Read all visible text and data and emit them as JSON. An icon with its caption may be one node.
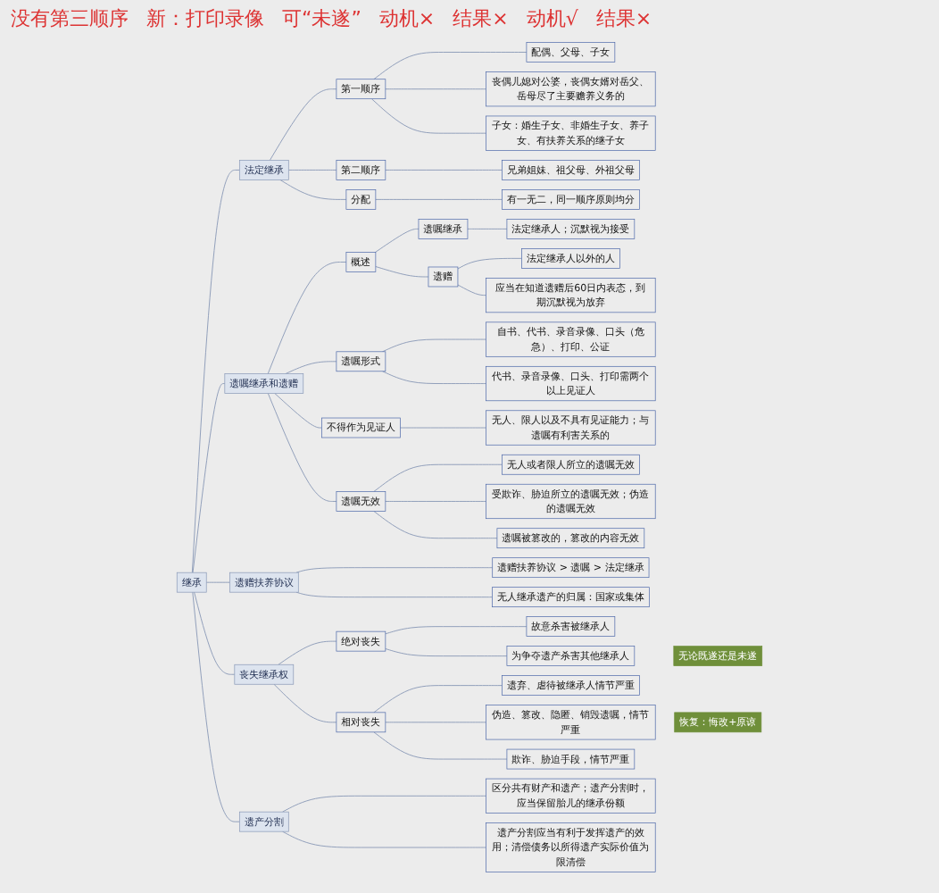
{
  "diagram": {
    "nodes": [
      {
        "text": [
          "继承"
        ]
      },
      {
        "text": [
          "法定继承"
        ]
      },
      {
        "text": [
          "第一顺序"
        ]
      },
      {
        "text": [
          "配偶、父母、子女"
        ]
      },
      {
        "text": [
          "丧偶儿媳对公婆，丧偶女婿对岳父、岳母尽了主要赡养义务的"
        ]
      },
      {
        "text": [
          "子女：婚生子女、非婚生子女、养子女、有扶养关系的继子女"
        ]
      },
      {
        "text": [
          "第二顺序"
        ]
      },
      {
        "text": [
          "兄弟姐妹、祖父母、外祖父母"
        ]
      },
      {
        "text": [
          "分配"
        ]
      },
      {
        "text": [
          "有一无二，同一顺序原则均分"
        ]
      },
      {
        "text": [
          "遗嘱继承和遗赠"
        ]
      },
      {
        "text": [
          "概述"
        ]
      },
      {
        "text": [
          "遗嘱继承"
        ]
      },
      {
        "text": [
          "法定继承人；沉默视为接受"
        ]
      },
      {
        "text": [
          "遗赠"
        ]
      },
      {
        "text": [
          "法定继承人以外的人"
        ]
      },
      {
        "text": [
          "应当在知道遗赠后60日内表态，到期沉默视为放弃"
        ]
      },
      {
        "text": [
          "遗嘱形式"
        ]
      },
      {
        "text": [
          "自书、代书、录音录像、口头（危急）、打印、公证"
        ]
      },
      {
        "text": [
          "代书、录音录像、口头、打印需两个以上见证人"
        ]
      },
      {
        "text": [
          "不得作为见证人"
        ]
      },
      {
        "text": [
          "无人、限人以及不具有见证能力；与遗嘱有利害关系的"
        ]
      },
      {
        "text": [
          "遗嘱无效"
        ]
      },
      {
        "text": [
          "无人或者限人所立的遗嘱无效"
        ]
      },
      {
        "text": [
          "受欺诈、胁迫所立的遗嘱无效；伪造的遗嘱无效"
        ]
      },
      {
        "text": [
          "遗嘱被篡改的，篡改的内容无效"
        ]
      },
      {
        "text": [
          "遗赠扶养协议"
        ]
      },
      {
        "text": [
          "遗赠扶养协议 > 遗嘱 > 法定继承"
        ]
      },
      {
        "text": [
          "无人继承遗产的归属：国家或集体"
        ]
      },
      {
        "text": [
          "丧失继承权"
        ]
      },
      {
        "text": [
          "绝对丧失"
        ]
      },
      {
        "text": [
          "故意杀害被继承人"
        ]
      },
      {
        "text": [
          "为争夺遗产杀害其他继承人"
        ]
      },
      {
        "text": [
          "相对丧失"
        ]
      },
      {
        "text": [
          "遗弃、虐待被继承人情节严重"
        ]
      },
      {
        "text": [
          "伪造、篡改、隐匿、销毁遗嘱，情节严重"
        ]
      },
      {
        "text": [
          "欺诈、胁迫手段，情节严重"
        ]
      },
      {
        "text": [
          "无论既遂还是未遂"
        ]
      },
      {
        "text": [
          "恢复：悔改+原谅"
        ]
      },
      {
        "text": [
          "遗产分割"
        ]
      },
      {
        "text": [
          "区分共有财产和遗产；遗产分割时，应当保留胎儿的继承份额"
        ]
      },
      {
        "text": [
          "遗产分割应当有利于发挥遗产的效用；清偿债务以所得遗产实际价值为限清偿"
        ]
      }
    ],
    "edges": [
      {
        "from": 0,
        "to": 1,
        "arrow": "none"
      },
      {
        "from": 1,
        "to": 2,
        "arrow": "none"
      },
      {
        "from": 2,
        "to": 3,
        "arrow": "none"
      },
      {
        "from": 2,
        "to": 4,
        "arrow": "none"
      },
      {
        "from": 2,
        "to": 5,
        "arrow": "none"
      },
      {
        "from": 1,
        "to": 6,
        "arrow": "none"
      },
      {
        "from": 6,
        "to": 7,
        "arrow": "none"
      },
      {
        "from": 1,
        "to": 8,
        "arrow": "none"
      },
      {
        "from": 8,
        "to": 9,
        "arrow": "none"
      },
      {
        "from": 0,
        "to": 10,
        "arrow": "none"
      },
      {
        "from": 10,
        "to": 11,
        "arrow": "none"
      },
      {
        "from": 11,
        "to": 12,
        "arrow": "none"
      },
      {
        "from": 12,
        "to": 13,
        "arrow": "none"
      },
      {
        "from": 11,
        "to": 14,
        "arrow": "none"
      },
      {
        "from": 14,
        "to": 15,
        "arrow": "none"
      },
      {
        "from": 14,
        "to": 16,
        "arrow": "none"
      },
      {
        "from": 10,
        "to": 17,
        "arrow": "none"
      },
      {
        "from": 17,
        "to": 18,
        "arrow": "none"
      },
      {
        "from": 17,
        "to": 19,
        "arrow": "none"
      },
      {
        "from": 10,
        "to": 20,
        "arrow": "none"
      },
      {
        "from": 20,
        "to": 21,
        "arrow": "none"
      },
      {
        "from": 10,
        "to": 22,
        "arrow": "none"
      },
      {
        "from": 22,
        "to": 23,
        "arrow": "none"
      },
      {
        "from": 22,
        "to": 24,
        "arrow": "none"
      },
      {
        "from": 22,
        "to": 25,
        "arrow": "none"
      },
      {
        "from": 0,
        "to": 26,
        "arrow": "none"
      },
      {
        "from": 26,
        "to": 27,
        "arrow": "none"
      },
      {
        "from": 26,
        "to": 28,
        "arrow": "none"
      },
      {
        "from": 0,
        "to": 29,
        "arrow": "none"
      },
      {
        "from": 29,
        "to": 30,
        "arrow": "none"
      },
      {
        "from": 30,
        "to": 31,
        "arrow": "none"
      },
      {
        "from": 30,
        "to": 32,
        "arrow": "none"
      },
      {
        "from": 29,
        "to": 33,
        "arrow": "none"
      },
      {
        "from": 33,
        "to": 34,
        "arrow": "none"
      },
      {
        "from": 33,
        "to": 35,
        "arrow": "none"
      },
      {
        "from": 33,
        "to": 36,
        "arrow": "none"
      },
      {
        "from": 0,
        "to": 39,
        "arrow": "none"
      },
      {
        "from": 39,
        "to": 40,
        "arrow": "none"
      },
      {
        "from": 39,
        "to": 41,
        "arrow": "none"
      }
    ],
    "labels": [
      "没有第三顺序",
      "新：打印录像",
      "可“未遂”",
      "动机×",
      "结果×",
      "动机√",
      "结果×"
    ]
  }
}
